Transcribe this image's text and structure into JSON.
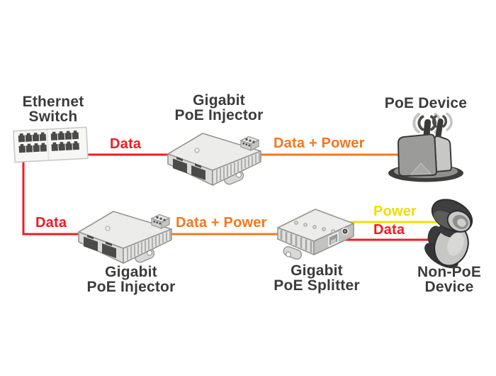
{
  "colors": {
    "background": "#ffffff",
    "data_line": "#ed1c24",
    "data_plus_power_line": "#f4771e",
    "power_line": "#f0e000",
    "device_label": "#3b3b3b",
    "device_body": "#ececea",
    "device_shade": "#c2c2c0"
  },
  "devices": [
    {
      "id": "ethernet-switch",
      "label_line1": "Ethernet",
      "label_line2": "Switch"
    },
    {
      "id": "poe-injector-top",
      "label_line1": "Gigabit",
      "label_line2": "PoE Injector"
    },
    {
      "id": "poe-device",
      "label_line1": "PoE Device",
      "label_line2": ""
    },
    {
      "id": "poe-injector-bottom",
      "label_line1": "Gigabit",
      "label_line2": "PoE Injector"
    },
    {
      "id": "poe-splitter",
      "label_line1": "Gigabit",
      "label_line2": "PoE Splitter"
    },
    {
      "id": "non-poe-device",
      "label_line1": "Non-PoE",
      "label_line2": "Device"
    }
  ],
  "connections": [
    {
      "from": "ethernet-switch",
      "to": "poe-injector-top",
      "label": "Data",
      "color": "#ed1c24"
    },
    {
      "from": "poe-injector-top",
      "to": "poe-device",
      "label": "Data + Power",
      "color": "#f4771e"
    },
    {
      "from": "ethernet-switch",
      "to": "poe-injector-bottom",
      "label": "Data",
      "color": "#ed1c24"
    },
    {
      "from": "poe-injector-bottom",
      "to": "poe-splitter",
      "label": "Data + Power",
      "color": "#f4771e"
    },
    {
      "from": "poe-splitter",
      "to": "non-poe-device",
      "label": "Power",
      "color": "#f0e000"
    },
    {
      "from": "poe-splitter",
      "to": "non-poe-device",
      "label": "Data",
      "color": "#ed1c24"
    }
  ]
}
